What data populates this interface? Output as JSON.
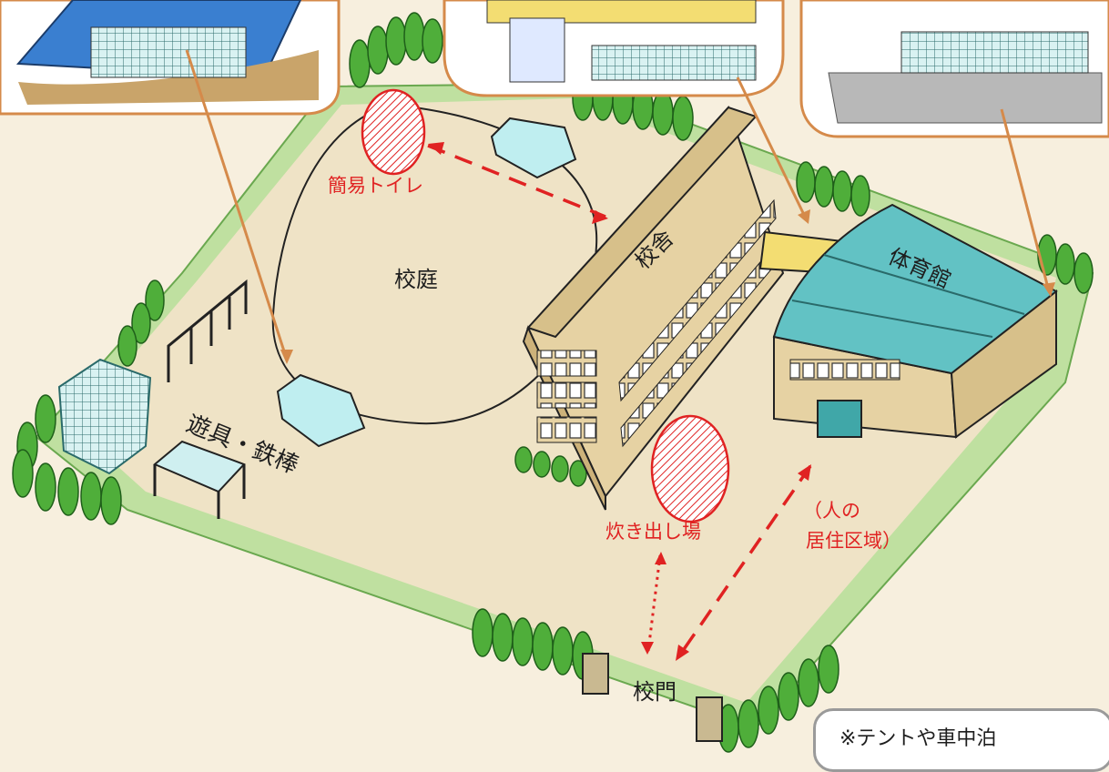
{
  "labels": {
    "schoolyard": "校庭",
    "school_building": "校舎",
    "gymnasium": "体育館",
    "playground_equipment": "遊具・鉄棒",
    "school_gate": "校門",
    "portable_toilet": "簡易トイレ",
    "cooking_area": "炊き出し場",
    "residential_line1": "（人の",
    "residential_line2": "居住区域）"
  },
  "note": {
    "text": "※テントや車中泊"
  },
  "colors": {
    "accent_red": "#e02222",
    "callout_border": "#d58a4a",
    "ground": "#efe3c6",
    "grass": "#bfe0a0",
    "tree": "#4fae3a",
    "building": "#e6d2a3",
    "gym_roof": "#62c2c4",
    "ice_blue": "#bfeef0"
  },
  "icons": [
    "tent-icon",
    "fence-icon",
    "tree-icon",
    "portable-toilet-icon",
    "goal-net-icon",
    "horizontal-bar-icon",
    "jungle-gym-icon",
    "gate-pillar-icon"
  ]
}
